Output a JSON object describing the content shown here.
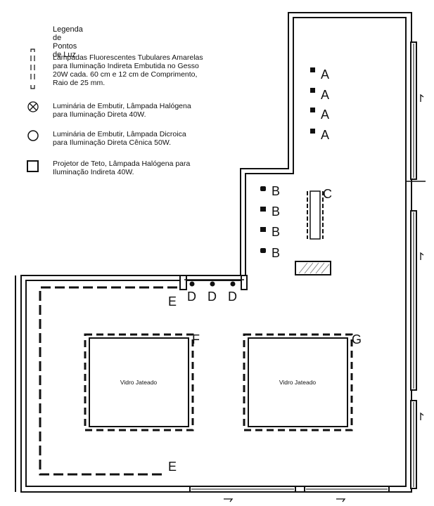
{
  "legend": {
    "title": "Legenda de Pontos de Luz",
    "items": [
      {
        "icon": "tubular-fluorescent-dashes",
        "lines": [
          "Lâmpadas Fluorescentes Tubulares Amarelas",
          "para Iluminação Indireta Embutida no Gesso",
          "20W cada. 60 cm e 12 cm de Comprimento,",
          "Raio de 25 mm."
        ]
      },
      {
        "icon": "circle-x-icon",
        "lines": [
          "Luminária de Embutir, Lâmpada Halógena",
          "para Iluminação Direta 40W."
        ]
      },
      {
        "icon": "circle-icon",
        "lines": [
          "Luminária de Embutir, Lâmpada Dicroica",
          "para Iluminação Direta Cênica 50W."
        ]
      },
      {
        "icon": "square-icon",
        "lines": [
          "Projetor de Teto, Lâmpada Halógena para",
          "Iluminação Indireta 40W."
        ]
      }
    ]
  },
  "plan": {
    "labels": {
      "a": "A",
      "b": "B",
      "c": "C",
      "d": "D",
      "e": "E",
      "f": "F",
      "g": "G"
    },
    "frosted_glass": "Vidro Jateado"
  }
}
